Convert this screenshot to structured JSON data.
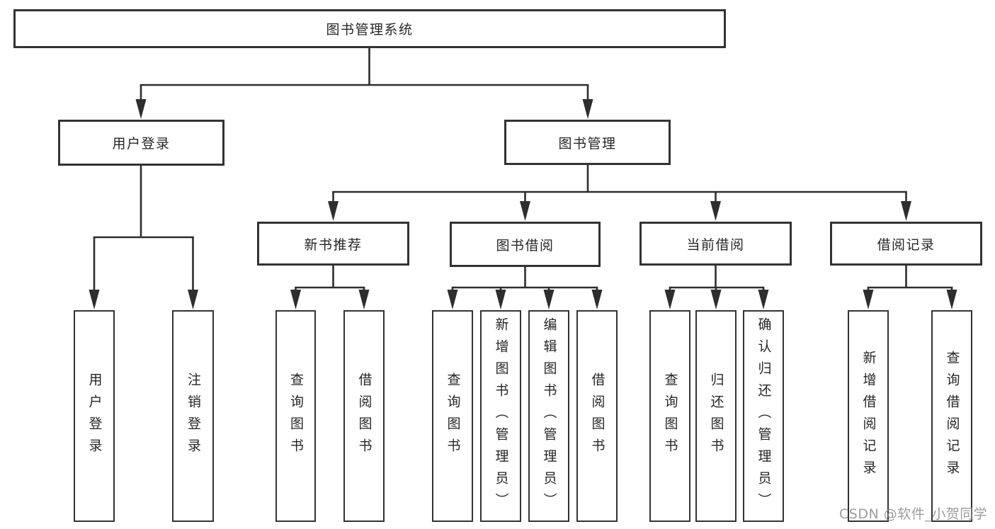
{
  "diagram": {
    "root": {
      "label": "图书管理系统"
    },
    "branches": [
      {
        "label": "用户登录",
        "children": [
          {
            "label": "用户登录"
          },
          {
            "label": "注销登录"
          }
        ]
      },
      {
        "label": "图书管理",
        "children": [
          {
            "label": "新书推荐",
            "children": [
              {
                "label": "查询图书"
              },
              {
                "label": "借阅图书"
              }
            ]
          },
          {
            "label": "图书借阅",
            "children": [
              {
                "label": "查询图书"
              },
              {
                "label": "新增图书（管理员）"
              },
              {
                "label": "编辑图书（管理员）"
              },
              {
                "label": "借阅图书"
              }
            ]
          },
          {
            "label": "当前借阅",
            "children": [
              {
                "label": "查询图书"
              },
              {
                "label": "归还图书"
              },
              {
                "label": "确认归还（管理员）"
              }
            ]
          },
          {
            "label": "借阅记录",
            "children": [
              {
                "label": "新增借阅记录"
              },
              {
                "label": "查询借阅记录"
              }
            ]
          }
        ]
      }
    ],
    "watermark": "CSDN @软件_小贺同学",
    "colors": {
      "background": "#ffffff",
      "box_border": "#333333",
      "connector_line": "#2e2e2e",
      "text": "#262626",
      "watermark_text": "#8f8f8f"
    }
  }
}
